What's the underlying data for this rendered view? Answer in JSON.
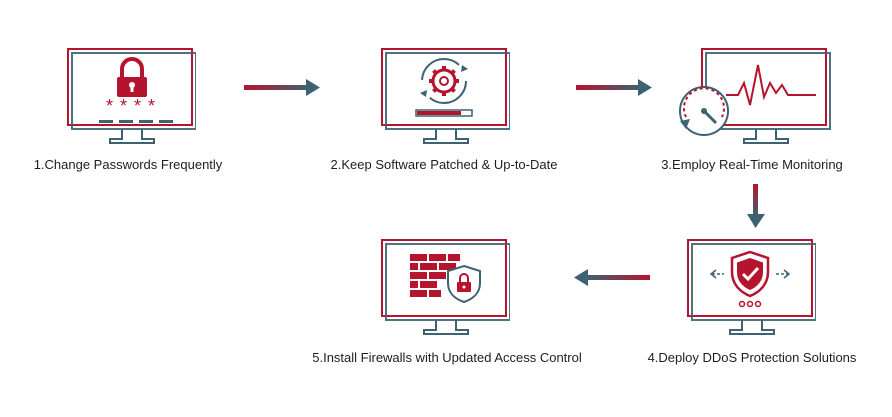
{
  "colors": {
    "red": "#b5142f",
    "teal": "#3d6272"
  },
  "steps": [
    {
      "label": "1.Change Passwords Frequently",
      "icon": "lock-password-icon",
      "password_mask": "* * * *"
    },
    {
      "label": "2.Keep Software Patched & Up-to-Date",
      "icon": "gear-refresh-icon"
    },
    {
      "label": "3.Employ Real-Time Monitoring",
      "icon": "monitoring-gauge-icon"
    },
    {
      "label": "4.Deploy DDoS Protection Solutions",
      "icon": "shield-check-icon"
    },
    {
      "label": "5.Install Firewalls with Updated Access Control",
      "icon": "firewall-lock-icon"
    }
  ]
}
